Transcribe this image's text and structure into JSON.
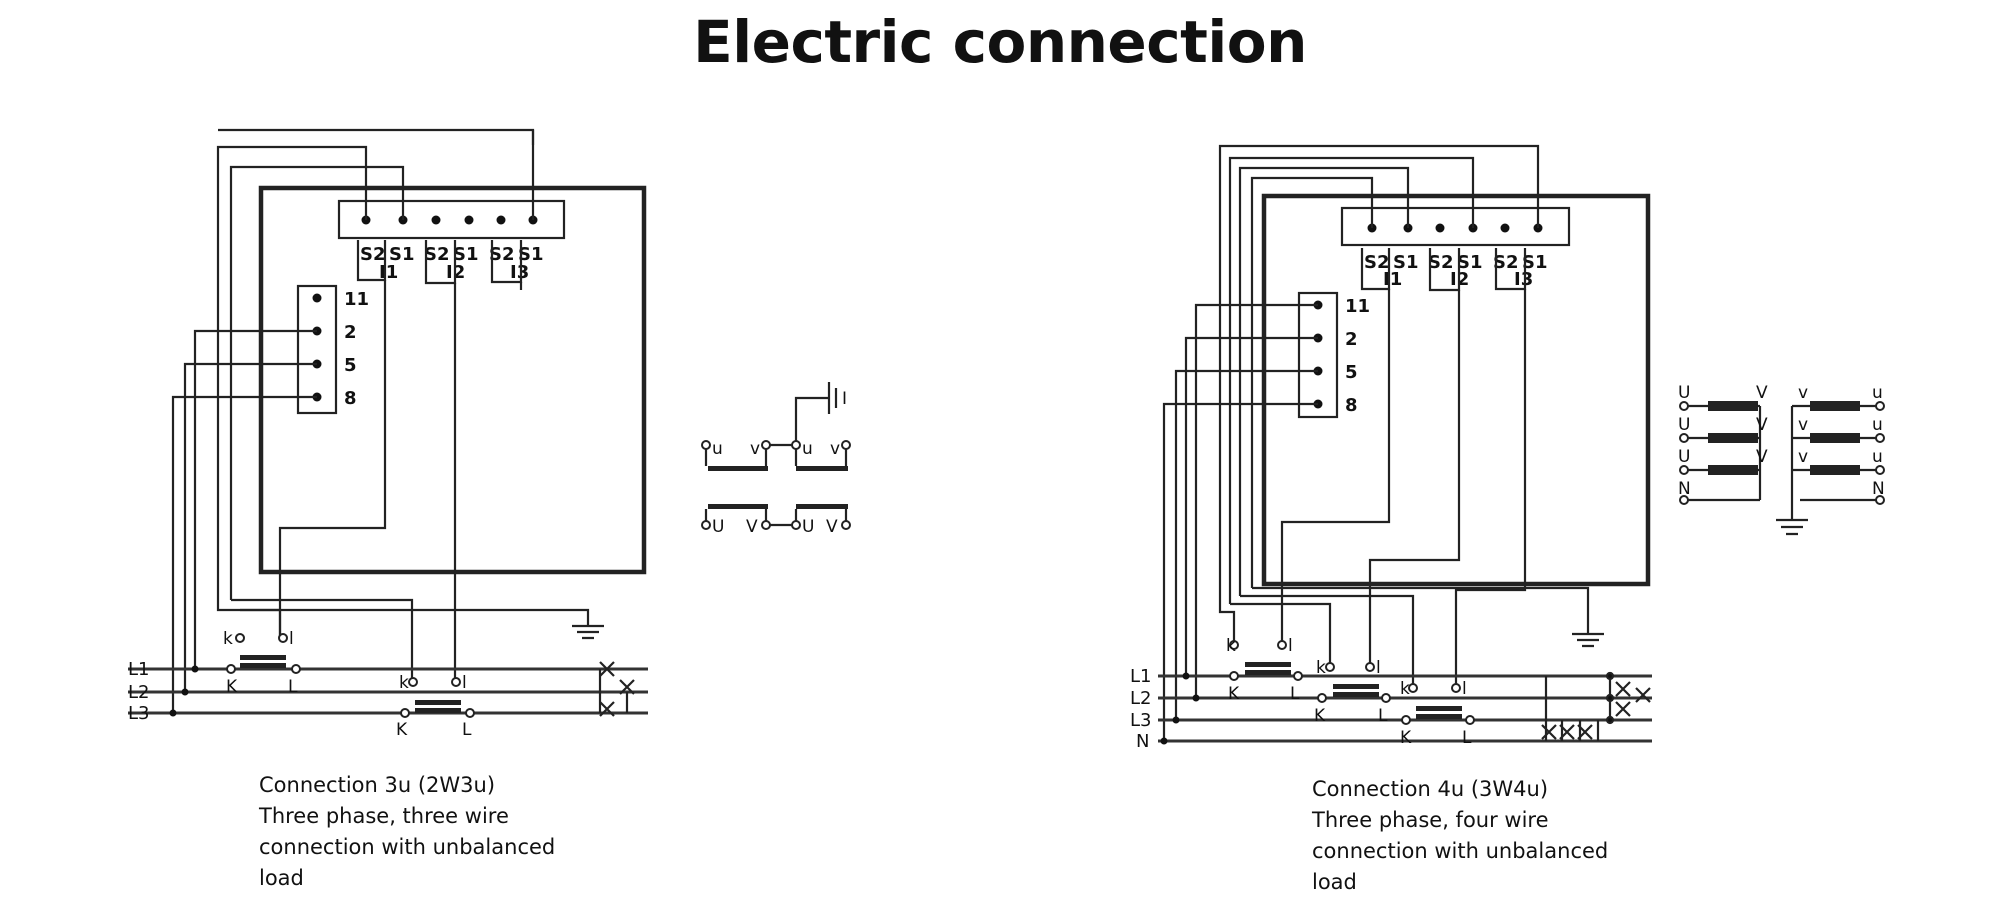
{
  "title": "Electric connection",
  "diagrams": [
    {
      "terminals_ct": [
        "S2",
        "S1",
        "S2",
        "S1",
        "S2",
        "S1"
      ],
      "ct_labels": [
        "I1",
        "I2",
        "I3"
      ],
      "voltage_terminals": [
        "11",
        "2",
        "5",
        "8"
      ],
      "lines": [
        "L1",
        "L2",
        "L3"
      ],
      "ct_primary": [
        "K",
        "L"
      ],
      "ct_secondary": [
        "k",
        "l"
      ],
      "vt_primary": [
        "U",
        "V"
      ],
      "vt_secondary": [
        "u",
        "v"
      ],
      "caption": [
        "Connection 3u (2W3u)",
        "Three phase, three wire",
        "connection with unbalanced",
        "load"
      ]
    },
    {
      "terminals_ct": [
        "S2",
        "S1",
        "S2",
        "S1",
        "S2",
        "S1"
      ],
      "ct_labels": [
        "I1",
        "I2",
        "I3"
      ],
      "voltage_terminals": [
        "11",
        "2",
        "5",
        "8"
      ],
      "lines": [
        "L1",
        "L2",
        "L3",
        "N"
      ],
      "ct_primary": [
        "K",
        "L"
      ],
      "ct_secondary": [
        "k",
        "l"
      ],
      "vt_primary": [
        "U",
        "V",
        "N"
      ],
      "vt_secondary": [
        "u",
        "v",
        "N"
      ],
      "caption": [
        "Connection 4u (3W4u)",
        "Three phase, four wire",
        "connection with unbalanced",
        "load"
      ]
    }
  ]
}
